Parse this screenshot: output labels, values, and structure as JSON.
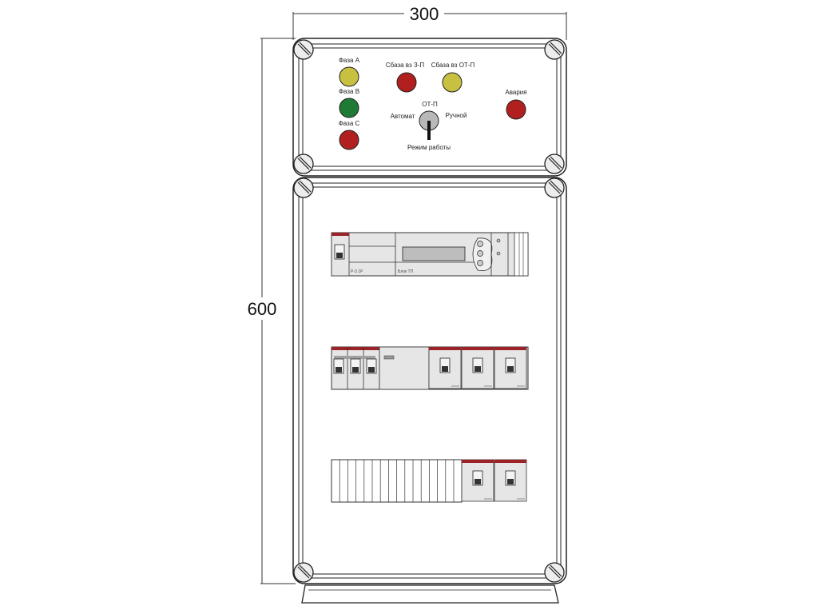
{
  "dimensions": {
    "width_label": "300",
    "height_label": "600"
  },
  "indicators": {
    "phase_a": {
      "label": "Фаза А",
      "color": "#c8c040"
    },
    "phase_b": {
      "label": "Фаза В",
      "color": "#1f7a35"
    },
    "phase_c": {
      "label": "Фаза С",
      "color": "#b21f1f"
    },
    "feed_on": {
      "label": "Сбаза вз З-П",
      "color": "#b21f1f"
    },
    "feed_off": {
      "label": "Сбаза вз ОТ-П",
      "color": "#c8c040"
    },
    "alarm": {
      "label": "Авария",
      "color": "#b21f1f"
    }
  },
  "switch": {
    "top_label": "ОТ-П",
    "left_label": "Автомат",
    "right_label": "Ручной",
    "bottom_label": "Режим работы"
  },
  "din_row1": {
    "left_text": "Р-3 1Р",
    "right_text": "Блок ТП"
  },
  "colors": {
    "accent_red": "#9b2226",
    "panel_gray": "#e6e6e6",
    "outline": "#333333"
  }
}
